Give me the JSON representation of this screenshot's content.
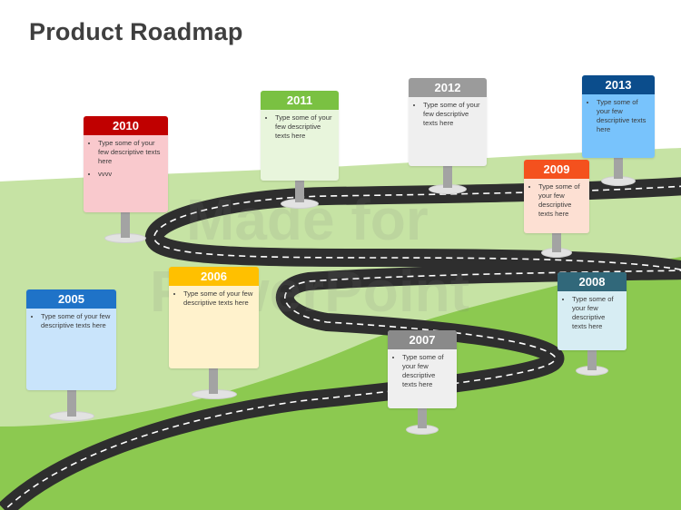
{
  "title": "Product Roadmap",
  "watermark": {
    "line1": "Made for",
    "line2": "PowerPoint"
  },
  "milestones": [
    {
      "year": "2005",
      "bullets": [
        "Type some of your few descriptive texts here"
      ],
      "head_color": "#1f73c8",
      "body_color": "#c9e4fb"
    },
    {
      "year": "2006",
      "bullets": [
        "Type some of your few descriptive texts here"
      ],
      "head_color": "#ffc000",
      "body_color": "#fff2cc"
    },
    {
      "year": "2007",
      "bullets": [
        "Type some of your few descriptive texts here"
      ],
      "head_color": "#8a8a8a",
      "body_color": "#efefef"
    },
    {
      "year": "2008",
      "bullets": [
        "Type some of your few descriptive texts here"
      ],
      "head_color": "#31687a",
      "body_color": "#d7edf3"
    },
    {
      "year": "2009",
      "bullets": [
        "Type some of your few descriptive texts here"
      ],
      "head_color": "#f4511e",
      "body_color": "#fde0d3"
    },
    {
      "year": "2010",
      "bullets": [
        "Type some of your few descriptive texts here",
        "vvvv"
      ],
      "head_color": "#c00000",
      "body_color": "#f9c9cd"
    },
    {
      "year": "2011",
      "bullets": [
        "Type some of your few descriptive texts here"
      ],
      "head_color": "#7ac142",
      "body_color": "#e8f5dc"
    },
    {
      "year": "2012",
      "bullets": [
        "Type some of your few descriptive texts here"
      ],
      "head_color": "#9b9b9b",
      "body_color": "#efefef"
    },
    {
      "year": "2013",
      "bullets": [
        "Type some of your few descriptive texts here"
      ],
      "head_color": "#0b4d8c",
      "body_color": "#78c3fc"
    }
  ],
  "colors": {
    "grass_far": "#c6e3a4",
    "grass_near": "#8cc950",
    "road": "#2e2e2e",
    "road_dash": "#ffffff"
  }
}
